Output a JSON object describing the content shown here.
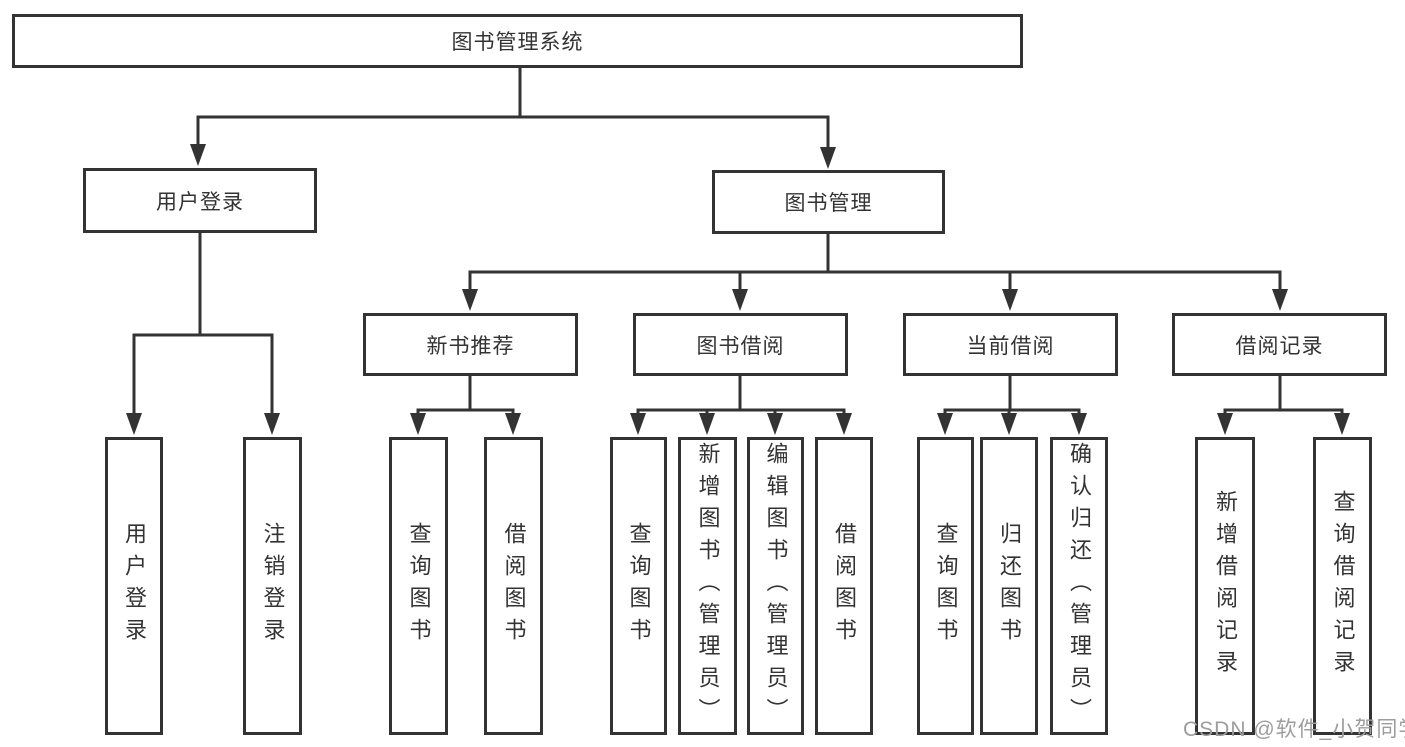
{
  "tree": {
    "label": "图书管理系统",
    "children": [
      {
        "label": "用户登录",
        "children": [
          {
            "label": "用户登录"
          },
          {
            "label": "注销登录"
          }
        ]
      },
      {
        "label": "图书管理",
        "children": [
          {
            "label": "新书推荐",
            "children": [
              {
                "label": "查询图书"
              },
              {
                "label": "借阅图书"
              }
            ]
          },
          {
            "label": "图书借阅",
            "children": [
              {
                "label": "查询图书"
              },
              {
                "label": "新增图书（管理员）"
              },
              {
                "label": "编辑图书（管理员）"
              },
              {
                "label": "借阅图书"
              }
            ]
          },
          {
            "label": "当前借阅",
            "children": [
              {
                "label": "查询图书"
              },
              {
                "label": "归还图书"
              },
              {
                "label": "确认归还（管理员）"
              }
            ]
          },
          {
            "label": "借阅记录",
            "children": [
              {
                "label": "新增借阅记录"
              },
              {
                "label": "查询借阅记录"
              }
            ]
          }
        ]
      }
    ]
  },
  "watermark": {
    "text": "CSDN @软件_小贺同学"
  },
  "colors": {
    "line": "#333333",
    "text": "#333333",
    "watermark": "#9d9d9d",
    "background": "#ffffff"
  }
}
